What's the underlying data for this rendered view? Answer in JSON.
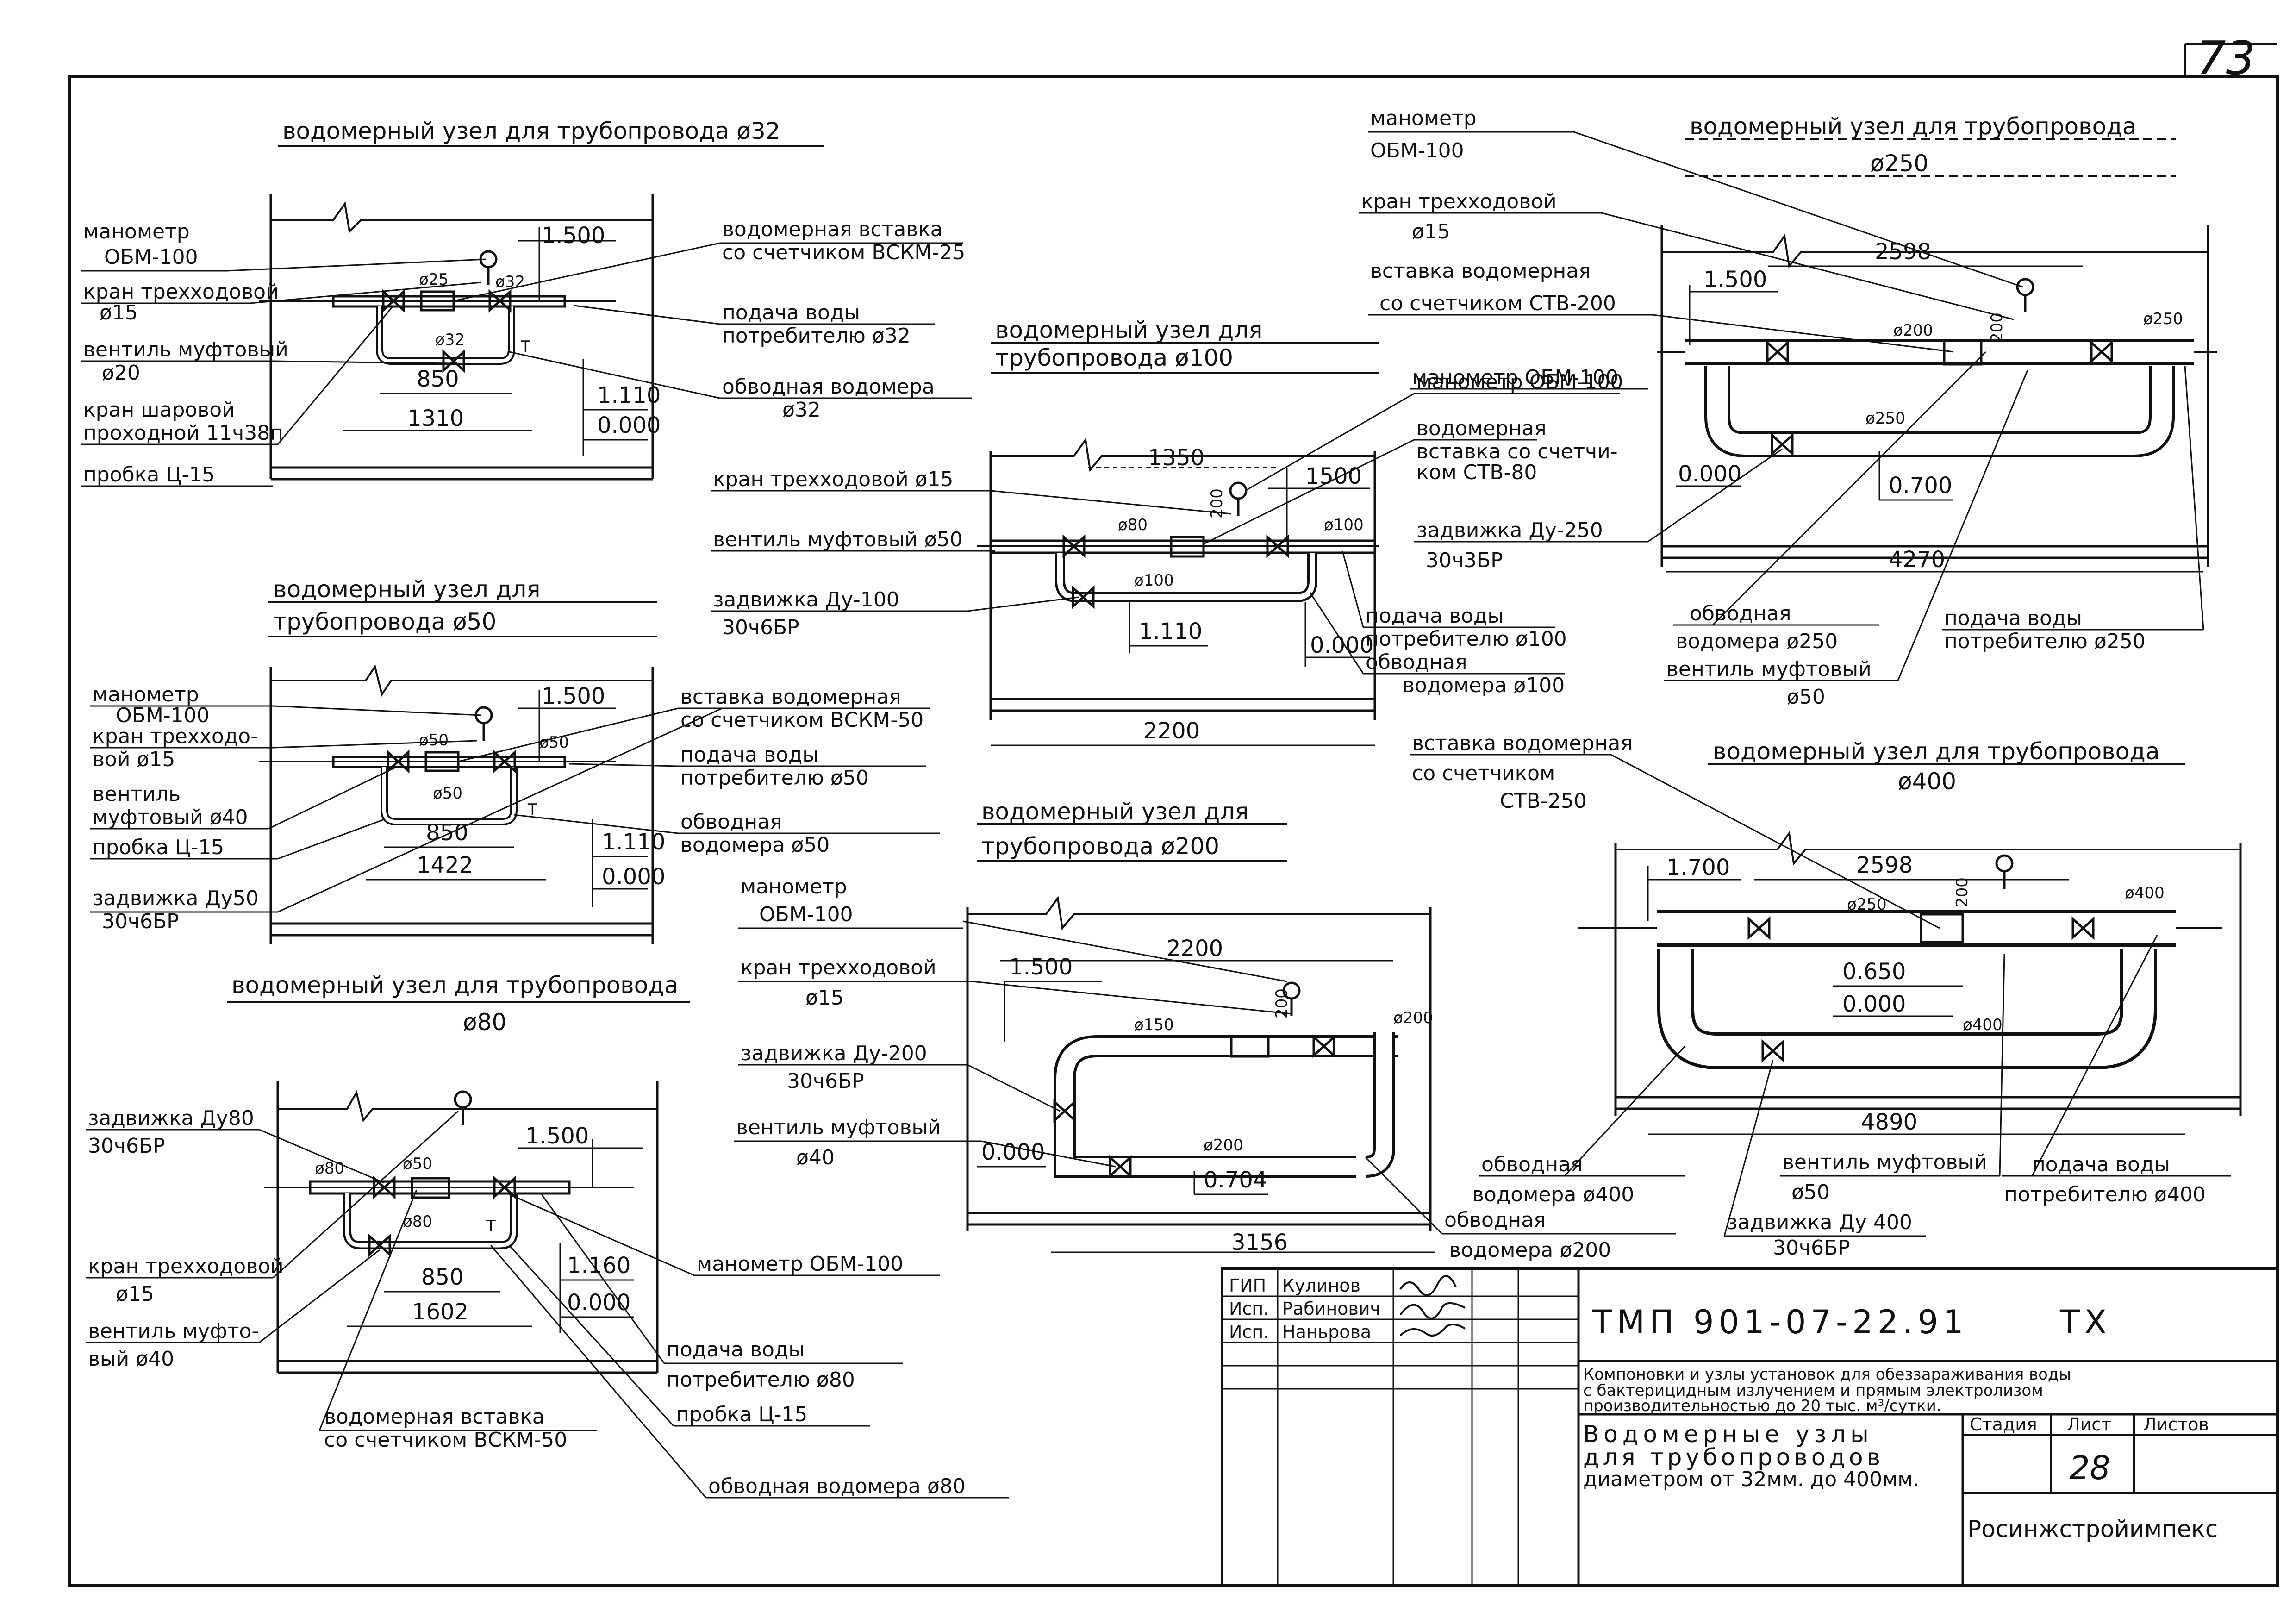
{
  "page_number": "73",
  "node_d32": {
    "title": "водомерный узел для трубопровода ø32",
    "manometer": [
      "манометр",
      "ОБМ-100"
    ],
    "three_way_valve": [
      "кран трехходовой",
      "ø15"
    ],
    "coupling_valve": [
      "вентиль муфтовый",
      "ø20"
    ],
    "ball_valve": [
      "кран шаровой",
      "проходной 11ч38п"
    ],
    "plug": "пробка Ц-15",
    "insert": [
      "водомерная вставка",
      "со счетчиком ВСКМ-25"
    ],
    "supply": [
      "подача воды",
      "потребителю ø32"
    ],
    "bypass": [
      "обводная водомера",
      "ø32"
    ],
    "pipe_small": "ø25",
    "pipe_main": "ø32",
    "pipe_bypass": "ø32",
    "dims": {
      "h": "1.500",
      "len1": "850",
      "len2": "1310",
      "elev1": "1.110",
      "elev2": "0.000"
    }
  },
  "node_d50": {
    "title": [
      "водомерный узел для",
      "трубопровода ø50"
    ],
    "manometer": [
      "манометр",
      "ОБМ-100"
    ],
    "three_way_valve": [
      "кран трехходо-",
      "вой ø15"
    ],
    "coupling_valve": [
      "вентиль",
      "муфтовый ø40"
    ],
    "plug": "пробка Ц-15",
    "gate_valve": [
      "задвижка Ду50",
      "30ч6БР"
    ],
    "insert": [
      "вставка водомерная",
      "со счетчиком ВСКМ-50"
    ],
    "supply": [
      "подача воды",
      "потребителю ø50"
    ],
    "bypass": [
      "обводная",
      "водомера ø50"
    ],
    "pipe_small": "ø50",
    "pipe_main": "ø50",
    "pipe_bypass": "ø50",
    "dims": {
      "h": "1.500",
      "len1": "850",
      "len2": "1422",
      "elev1": "1.110",
      "elev2": "0.000"
    }
  },
  "node_d80": {
    "title": [
      "водомерный узел для трубопровода",
      "ø80"
    ],
    "gate_valve": [
      "задвижка Ду80",
      "30ч6БР"
    ],
    "three_way_valve": [
      "кран трехходовой",
      "ø15"
    ],
    "coupling_valve": [
      "вентиль муфто-",
      "вый ø40"
    ],
    "insert": [
      "водомерная вставка",
      "со счетчиком ВСКМ-50"
    ],
    "manometer": "манометр ОБМ-100",
    "supply": [
      "подача воды",
      "потребителю ø80"
    ],
    "plug": "пробка Ц-15",
    "bypass": "обводная водомера ø80",
    "pipe_main": "ø80",
    "pipe_small": "ø50",
    "pipe_bypass": "ø80",
    "dims": {
      "h": "1.500",
      "len1": "850",
      "len2": "1602",
      "elev1": "1.160",
      "elev2": "0.000"
    }
  },
  "node_d100": {
    "title": [
      "водомерный узел для",
      "трубопровода ø100"
    ],
    "three_way_valve": "кран трехходовой ø15",
    "coupling_valve": "вентиль муфтовый ø50",
    "gate_valve": [
      "задвижка Ду-100",
      "30ч6БР"
    ],
    "manometer": "манометр ОБМ-100",
    "insert": [
      "водомерная",
      "вставка со счетчи-",
      "ком СТВ-80"
    ],
    "supply": [
      "подача воды",
      "потребителю ø100"
    ],
    "bypass": [
      "обводная",
      "водомера ø100"
    ],
    "pipe_small": "ø80",
    "pipe_main": "ø100",
    "pipe_bypass": "ø100",
    "valve_h": "200",
    "dims": {
      "h": "1500",
      "top": "1350",
      "elev1": "1.110",
      "elev2": "0.000",
      "len": "2200"
    }
  },
  "node_d200": {
    "title": [
      "водомерный узел для",
      "трубопровода ø200"
    ],
    "manometer": [
      "манометр",
      "ОБМ-100"
    ],
    "three_way_valve": [
      "кран трехходовой",
      "ø15"
    ],
    "gate_valve": [
      "задвижка Ду-200",
      "30ч6БР"
    ],
    "coupling_valve": [
      "вентиль муфтовый",
      "ø40"
    ],
    "bypass": [
      "обводная",
      "водомера ø200"
    ],
    "pipe_small": "ø150",
    "pipe_main": "ø200",
    "pipe_bypass": "ø200",
    "valve_h": "200",
    "dims": {
      "h": "1.500",
      "top": "2200",
      "elev1": "0.000",
      "elev2": "0.704",
      "len": "3156"
    }
  },
  "node_d250": {
    "title": [
      "водомерный узел для трубопровода",
      "ø250"
    ],
    "manometer": [
      "манометр",
      "ОБМ-100"
    ],
    "three_way_valve": [
      "кран трехходовой",
      "ø15"
    ],
    "insert": [
      "вставка водомерная",
      "со счетчиком СТВ-200"
    ],
    "manometer2": "манометр ОБМ-100",
    "gate_valve": [
      "задвижка Ду-250",
      "30ч3БР"
    ],
    "bypass": [
      "обводная",
      "водомера ø250"
    ],
    "supply": [
      "подача воды",
      "потребителю ø250"
    ],
    "coupling_valve": [
      "вентиль муфтовый",
      "ø50"
    ],
    "pipe_small": "ø200",
    "pipe_main": "ø250",
    "pipe_bypass": "ø250",
    "valve_h": "200",
    "dims": {
      "h": "1.500",
      "top": "2598",
      "elev1": "0.000",
      "elev2": "0.700",
      "len": "4270"
    }
  },
  "node_d400": {
    "title": [
      "водомерный узел для трубопровода",
      "ø400"
    ],
    "insert": [
      "вставка водомерная",
      "со счетчиком",
      "СТВ-250"
    ],
    "bypass": [
      "обводная",
      "водомера ø400"
    ],
    "coupling_valve": [
      "вентиль муфтовый",
      "ø50"
    ],
    "gate_valve": [
      "задвижка Ду 400",
      "30ч6БР"
    ],
    "supply": [
      "подача воды",
      "потребителю ø400"
    ],
    "pipe_small": "ø250",
    "pipe_main": "ø400",
    "pipe_bypass": "ø400",
    "valve_h": "200",
    "dims": {
      "h": "1.700",
      "top": "2598",
      "elev1": "0.650",
      "elev2": "0.000",
      "len": "4890"
    }
  },
  "title_block": {
    "roles": [
      "ГИП",
      "Исп.",
      "Исп."
    ],
    "names": [
      "Кулинов",
      "Рабинович",
      "Наньрова"
    ],
    "code": "ТМП 901-07-22.91",
    "code_suffix": "ТХ",
    "project": [
      "Компоновки и узлы установок для обеззараживания воды",
      "с бактерицидным излучением и прямым электролизом",
      "производительностью до 20 тыс. м³/сутки."
    ],
    "sheet_title": [
      "Водомерные узлы",
      "для трубопроводов",
      "диаметром от 32мм. до 400мм."
    ],
    "stage_label": "Стадия",
    "sheet_label": "Лист",
    "sheets_label": "Листов",
    "sheet_no": "28",
    "org": "Росинжстройимпекс"
  }
}
